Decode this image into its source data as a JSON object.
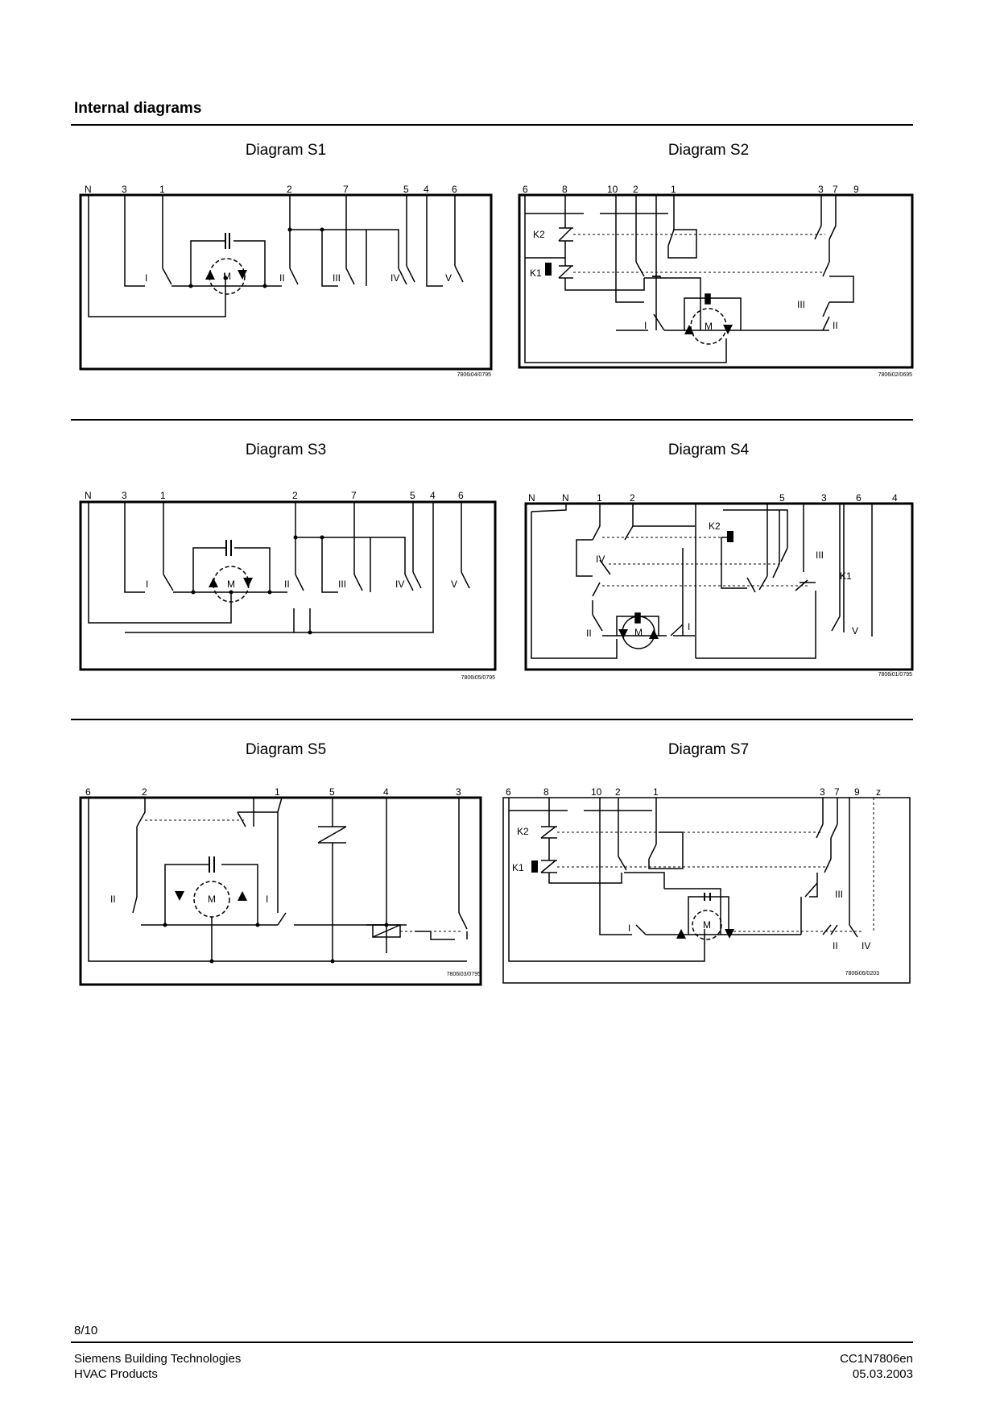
{
  "page": {
    "heading": "Internal diagrams",
    "page_number": "8/10",
    "footer": {
      "company": "Siemens Building Technologies",
      "division": "HVAC Products",
      "doc_id": "CC1N7806en",
      "date": "05.03.2003"
    }
  },
  "diagrams": {
    "s1": {
      "title": "Diagram S1",
      "terminals": [
        "N",
        "3",
        "1",
        "2",
        "7",
        "5",
        "4",
        "6"
      ],
      "switches": [
        "I",
        "II",
        "III",
        "IV",
        "V"
      ],
      "motor": "M",
      "code": "7806i04/0795"
    },
    "s2": {
      "title": "Diagram S2",
      "terminals": [
        "6",
        "8",
        "10",
        "2",
        "1",
        "3",
        "7",
        "9"
      ],
      "relays": [
        "K2",
        "K1"
      ],
      "switches": [
        "I",
        "II",
        "III"
      ],
      "motor": "M",
      "code": "7806i02/0695"
    },
    "s3": {
      "title": "Diagram S3",
      "terminals": [
        "N",
        "3",
        "1",
        "2",
        "7",
        "5",
        "4",
        "6"
      ],
      "switches": [
        "I",
        "II",
        "III",
        "IV",
        "V"
      ],
      "motor": "M",
      "code": "7806i05/0795"
    },
    "s4": {
      "title": "Diagram S4",
      "terminals": [
        "N",
        "N",
        "1",
        "2",
        "5",
        "3",
        "6",
        "4"
      ],
      "relays": [
        "K2",
        "K1"
      ],
      "switches": [
        "I",
        "II",
        "III",
        "IV",
        "V"
      ],
      "motor": "M",
      "code": "7806i01/0795"
    },
    "s5": {
      "title": "Diagram S5",
      "terminals": [
        "6",
        "2",
        "1",
        "5",
        "4",
        "3"
      ],
      "switches": [
        "I",
        "II"
      ],
      "motor": "M",
      "code": "7806i03/0795"
    },
    "s7": {
      "title": "Diagram S7",
      "terminals": [
        "6",
        "8",
        "10",
        "2",
        "1",
        "3",
        "7",
        "9",
        "z"
      ],
      "relays": [
        "K2",
        "K1"
      ],
      "switches": [
        "I",
        "II",
        "III",
        "IV"
      ],
      "motor": "M",
      "code": "7806i06/0203"
    }
  }
}
